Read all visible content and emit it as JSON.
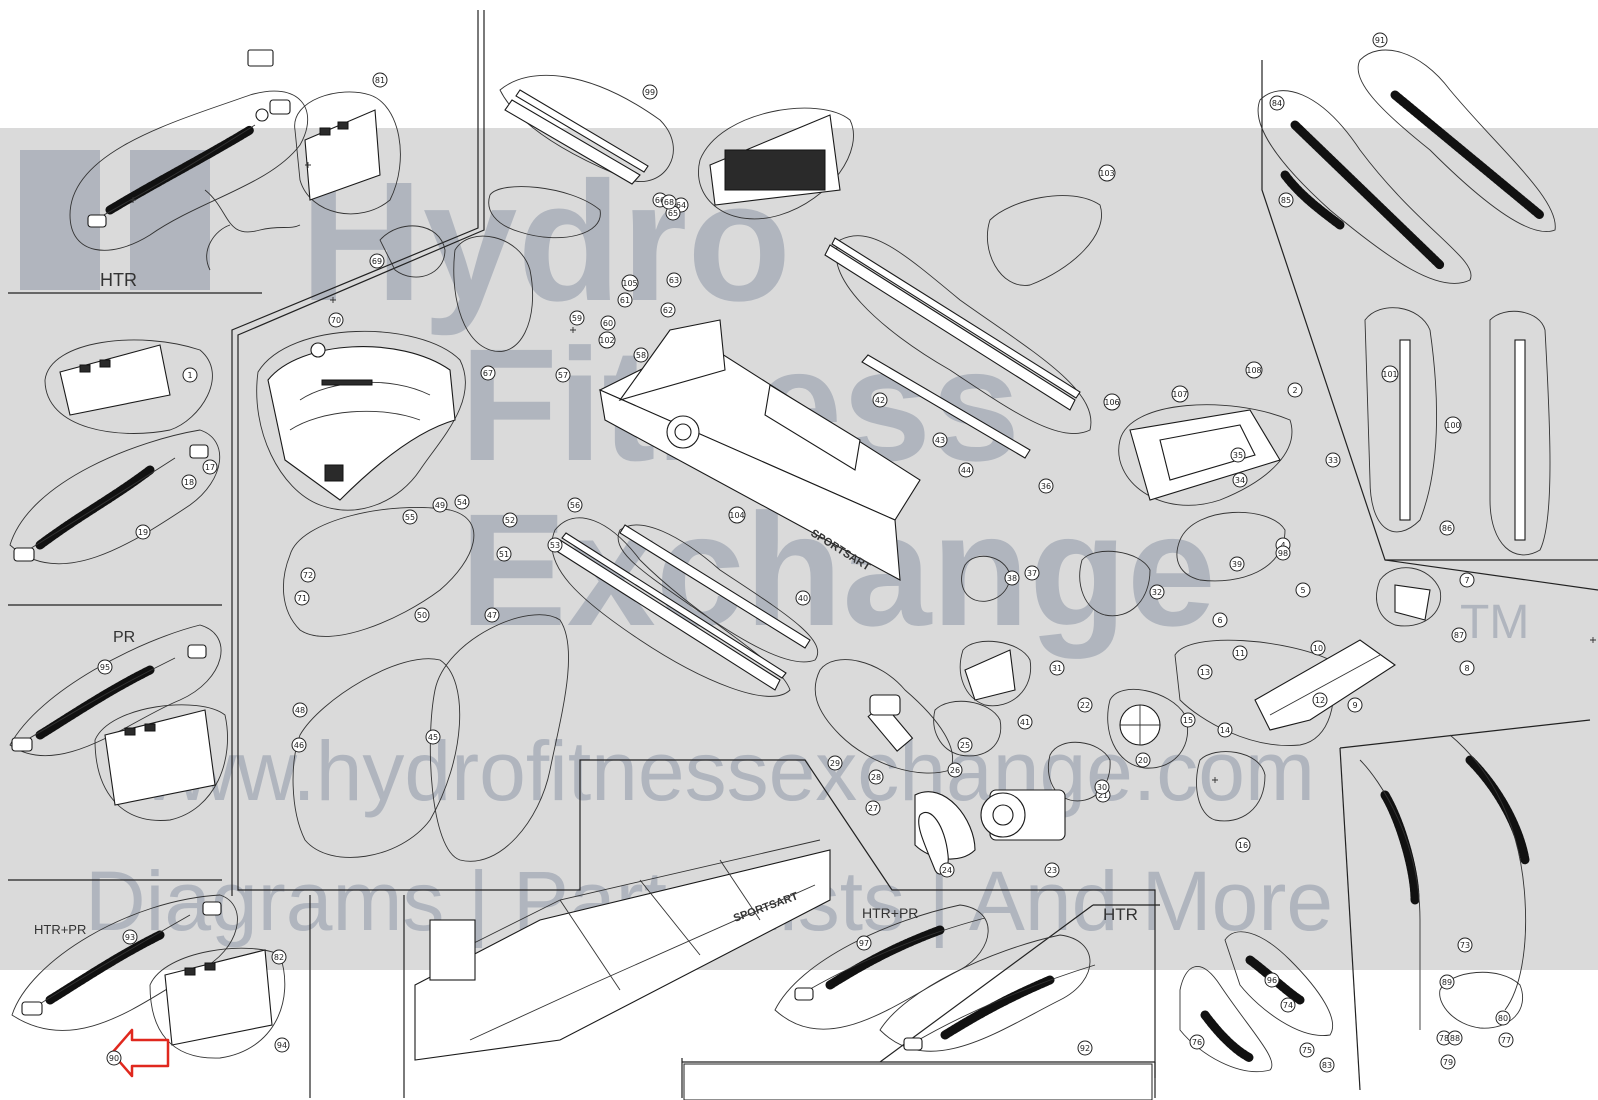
{
  "watermark": {
    "brand_lines": [
      "Hydro",
      "Fitness",
      "Exchange"
    ],
    "trademark": "TM",
    "url": "www.hydrofitnessexchange.com",
    "tagline": "Diagrams | Parts Lists | And More"
  },
  "brand_on_frame": "SPORTSART",
  "group_labels": {
    "htr_top_left": "HTR",
    "pr_left": "PR",
    "htr_pr_bottom_left": "HTR+PR",
    "htr_pr_bottom_right": "HTR+PR",
    "htr_bottom_right": "HTR"
  },
  "colors": {
    "band": "#dadada",
    "watermark": "#8f98a8",
    "arrow": "#e0281e",
    "line": "#222222"
  },
  "callouts": [
    "1",
    "2",
    "4",
    "5",
    "6",
    "7",
    "8",
    "9",
    "10",
    "11",
    "12",
    "13",
    "14",
    "15",
    "16",
    "17",
    "18",
    "19",
    "20",
    "21",
    "22",
    "23",
    "24",
    "25",
    "26",
    "27",
    "28",
    "29",
    "30",
    "31",
    "32",
    "33",
    "34",
    "35",
    "36",
    "37",
    "38",
    "39",
    "40",
    "41",
    "42",
    "43",
    "44",
    "45",
    "46",
    "47",
    "48",
    "49",
    "50",
    "51",
    "52",
    "53",
    "54",
    "55",
    "56",
    "57",
    "58",
    "59",
    "60",
    "61",
    "62",
    "63",
    "64",
    "65",
    "66",
    "67",
    "68",
    "69",
    "70",
    "71",
    "72",
    "73",
    "74",
    "75",
    "76",
    "77",
    "78",
    "79",
    "80",
    "81",
    "82",
    "83",
    "84",
    "85",
    "86",
    "87",
    "88",
    "89",
    "90",
    "91",
    "92",
    "93",
    "94",
    "95",
    "96",
    "97",
    "98",
    "99",
    "100",
    "101",
    "102",
    "103",
    "104",
    "105",
    "106",
    "107",
    "108"
  ]
}
